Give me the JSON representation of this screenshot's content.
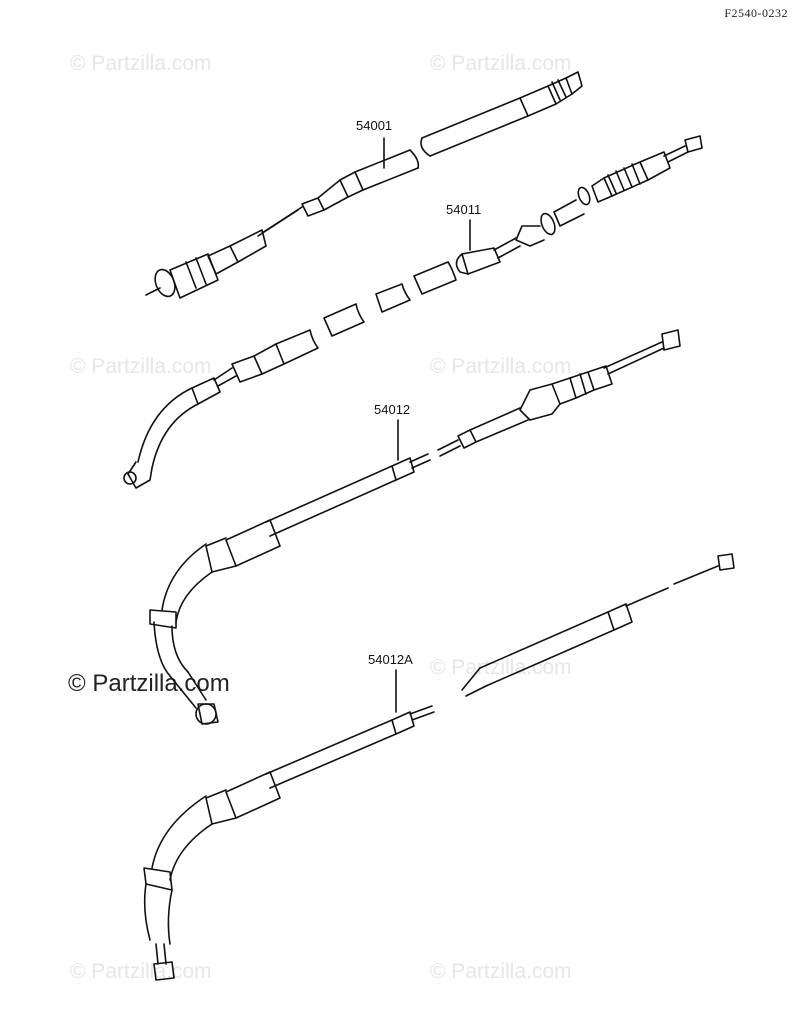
{
  "diagram_code": "F2540-0232",
  "watermark": "© Partzilla.com",
  "parts": [
    {
      "number": "54001"
    },
    {
      "number": "54011"
    },
    {
      "number": "54012"
    },
    {
      "number": "54012A"
    }
  ],
  "colors": {
    "line": "#111111",
    "watermark_faint": "#e6e6e6",
    "watermark_main": "#222222"
  }
}
